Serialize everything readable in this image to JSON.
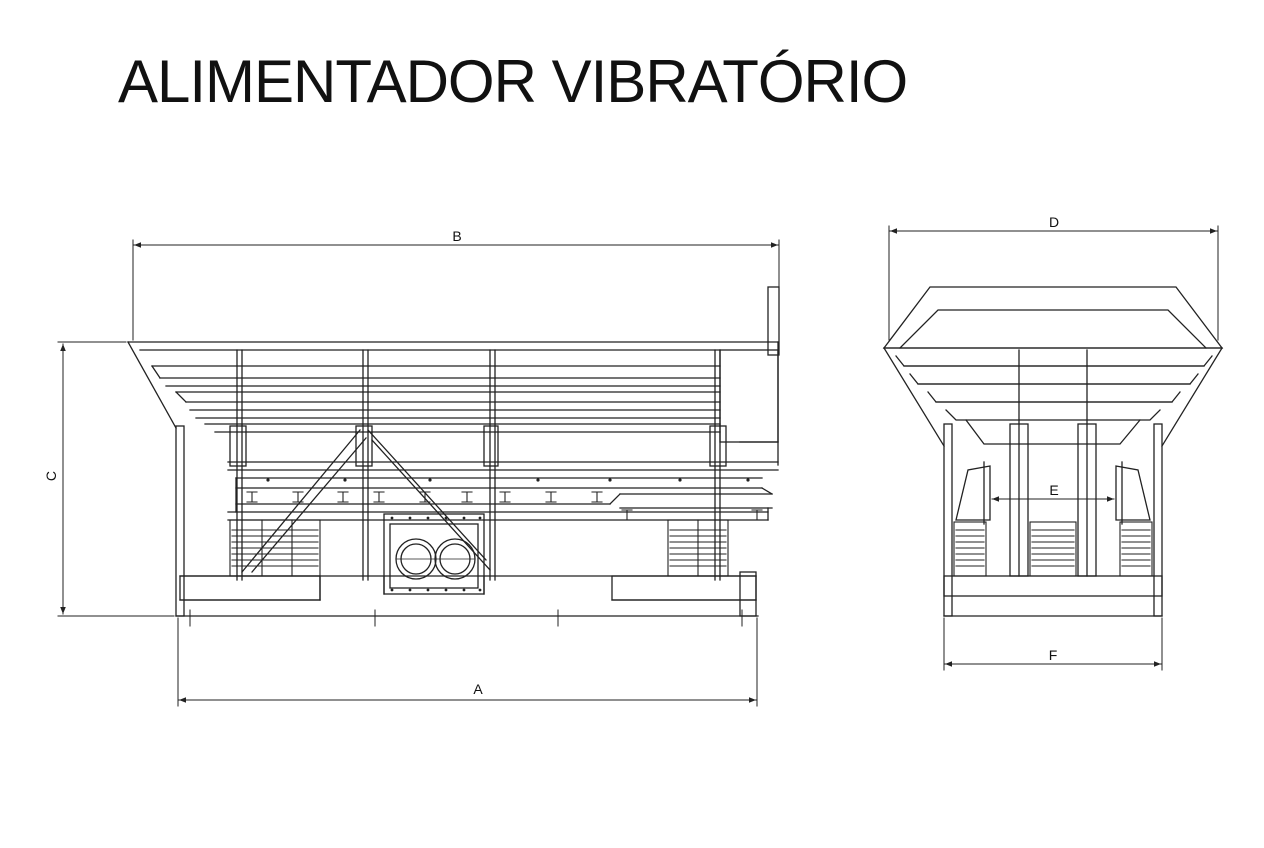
{
  "title": "ALIMENTADOR VIBRATÓRIO",
  "colors": {
    "line": "#222222",
    "background": "#ffffff"
  },
  "dimensions": {
    "A": "A",
    "B": "B",
    "C": "C",
    "D": "D",
    "E": "E",
    "F": "F"
  }
}
